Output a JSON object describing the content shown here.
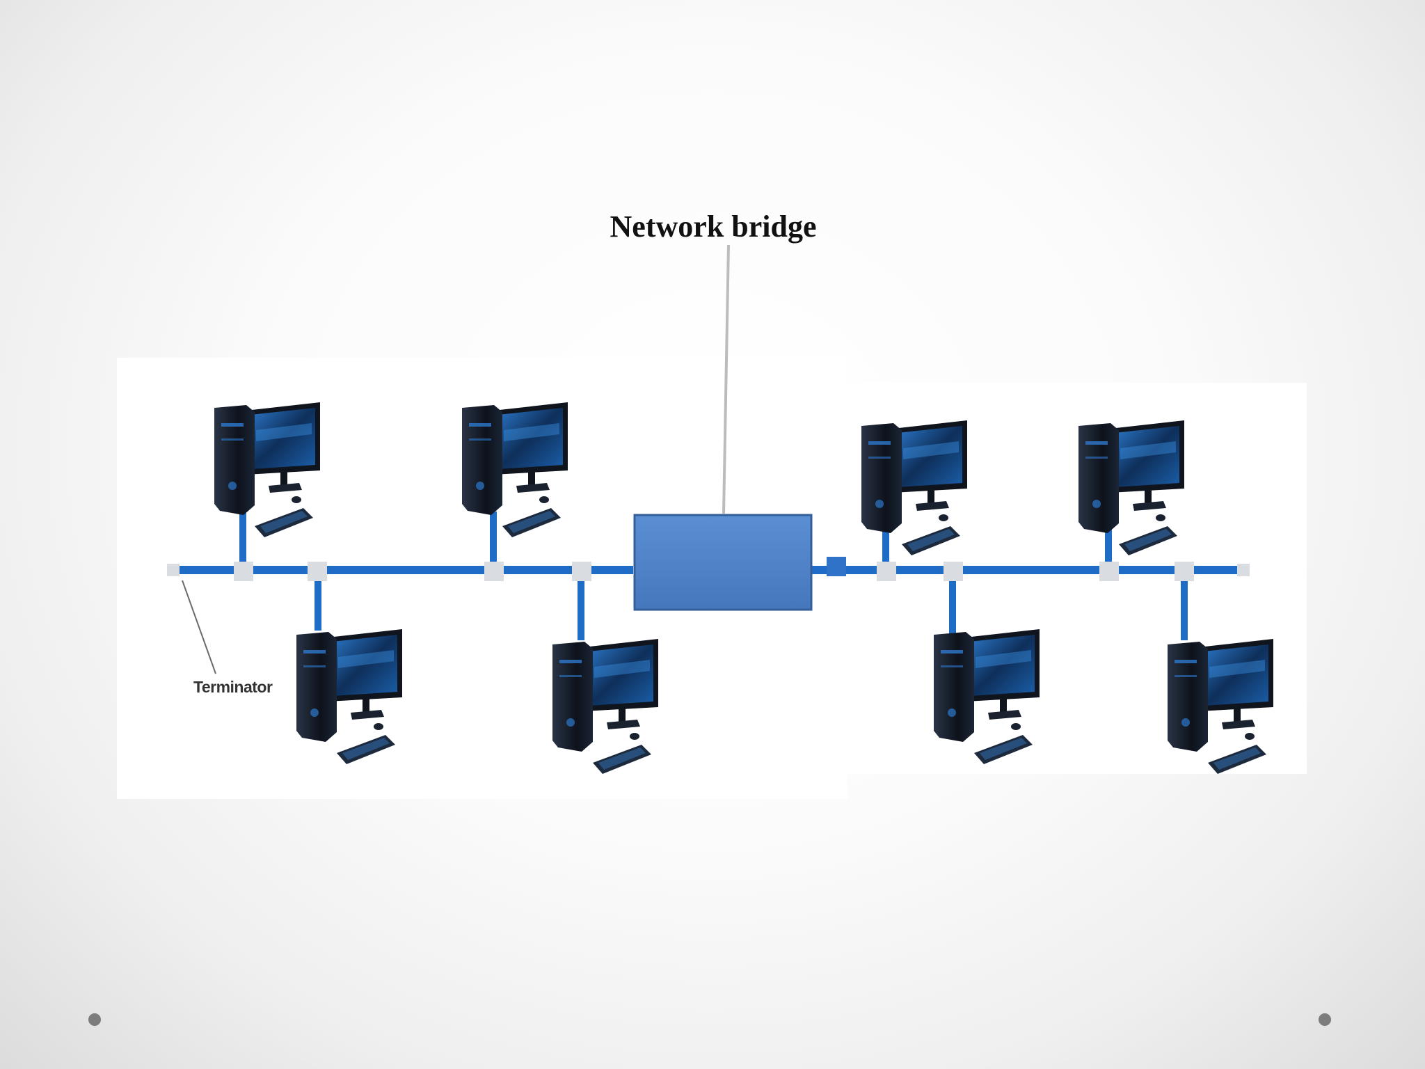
{
  "diagram": {
    "bridge_label": "Network bridge",
    "terminator_label": "Terminator",
    "colors": {
      "cable": "#1f6cc6",
      "connector": "#d9dde2",
      "bridge_fill": "#4d81c7",
      "bridge_stroke": "#355f9a",
      "pc_case": "#121a28",
      "pc_screen": "#1b5ea8"
    },
    "segments": [
      {
        "name": "left-segment",
        "computers": 4
      },
      {
        "name": "right-segment",
        "computers": 4
      }
    ]
  },
  "slide": {
    "nav_dots": [
      "left",
      "right"
    ]
  }
}
